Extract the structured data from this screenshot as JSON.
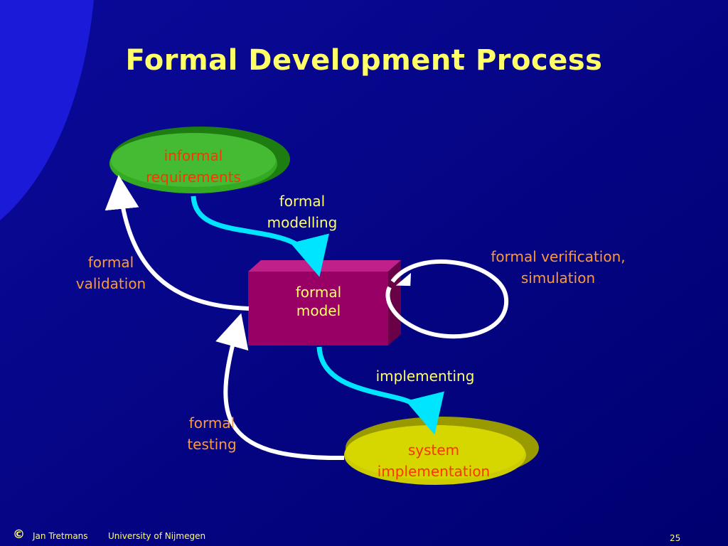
{
  "slide": {
    "title": "Formal Development Process"
  },
  "nodes": {
    "informal_requirements": [
      "informal",
      "requirements"
    ],
    "formal_model": [
      "formal",
      "model"
    ],
    "system_implementation": [
      "system",
      "implementation"
    ]
  },
  "edges": {
    "formal_modelling": [
      "formal",
      "modelling"
    ],
    "formal_verification": [
      "formal verification,",
      "simulation"
    ],
    "implementing": [
      "implementing"
    ],
    "formal_validation": [
      "formal",
      "validation"
    ],
    "formal_testing": [
      "formal",
      "testing"
    ]
  },
  "footer": {
    "copyright_symbol": "©",
    "author": "Jan Tretmans",
    "institution": "University of Nijmegen",
    "page_number": "25"
  },
  "colors": {
    "background": "#000066",
    "title": "#ffff66",
    "edge_label": "#ff9933",
    "node_label": "#ff3300",
    "model_box": "#990066",
    "requirements_oval": "#33aa22",
    "implementation_oval": "#cccc00",
    "arrow_cyan": "#00e5ff",
    "arrow_white": "#ffffff"
  }
}
